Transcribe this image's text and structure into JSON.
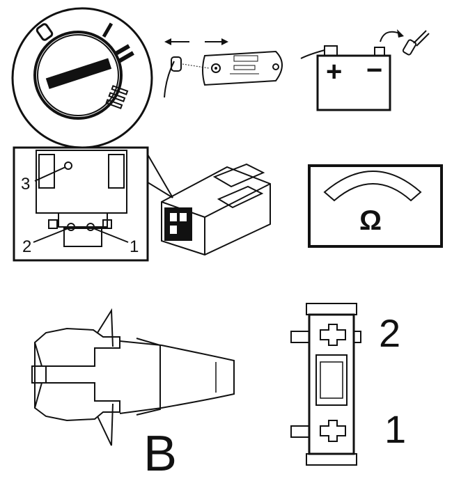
{
  "panels": {
    "ignition_switch": {
      "positions": [
        "0",
        "I",
        "II",
        "III"
      ]
    },
    "key_fob": {
      "arrows": [
        "left-arrow-icon",
        "right-arrow-icon"
      ]
    },
    "battery": {
      "plus": "+",
      "minus": "−"
    },
    "connector_pins": {
      "pin_3": "3",
      "pin_2": "2",
      "pin_1": "1"
    },
    "ohmmeter": {
      "symbol": "Ω"
    },
    "plug": {
      "label": "B"
    },
    "switch_terminals": {
      "terminal_2": "2",
      "terminal_1": "1"
    }
  }
}
